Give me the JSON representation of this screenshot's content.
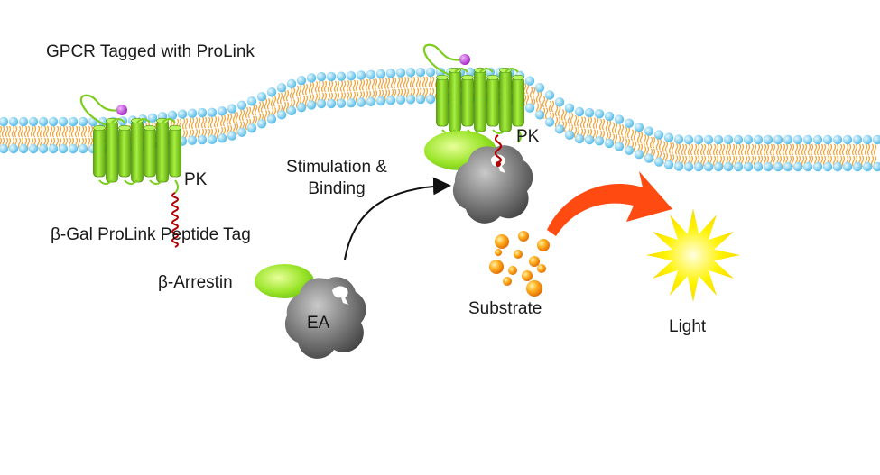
{
  "labels": {
    "title": "GPCR Tagged with ProLink",
    "pk_left": "PK",
    "peptide_tag": "β-Gal ProLink Peptide Tag",
    "stim_line1": "Stimulation &",
    "stim_line2": "Binding",
    "pk_right": "PK",
    "arrestin": "β-Arrestin",
    "ea": "EA",
    "substrate": "Substrate",
    "light": "Light"
  },
  "colors": {
    "membrane_head": "#7fd0ef",
    "membrane_tail": "#f2a640",
    "receptor": "#7ccd1e",
    "arrestin": "#9be52a",
    "enzyme": "#6e6e6e",
    "ligand": "#c040d8",
    "peptide_tag": "#b30000",
    "substrate": "#f39a10",
    "light": "#ffe400",
    "arrow": "#ff4a12"
  }
}
